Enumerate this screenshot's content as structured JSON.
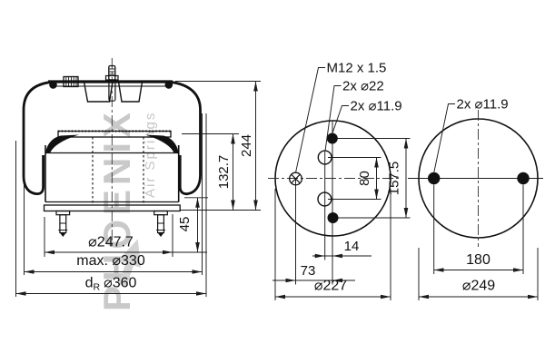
{
  "page": {
    "background": "#ffffff",
    "ink_color": "#111111",
    "dimension_color": "#1b1b1b",
    "watermark_color": "#c9c9c9"
  },
  "watermark": {
    "brand": "PHOENIX",
    "tagline": "Air Springs"
  },
  "side_view": {
    "description": "air spring side elevation",
    "dims": {
      "total_height": "244",
      "piston_height": "132.7",
      "stud_length": "45",
      "plate_diameter": "⌀247.7",
      "max_diameter": "max. ⌀330",
      "dr_prefix": "d",
      "dr_sub": "R",
      "dr_value": "⌀360"
    }
  },
  "bottom_view": {
    "description": "bottom plate view",
    "labels": {
      "air_fitting": "M12 x 1.5",
      "holes_22": "2x ⌀22",
      "holes_119": "2x ⌀11.9"
    },
    "dims": {
      "hole_pitch_inner": "80",
      "hole_pitch_outer": "157.5",
      "column_offset": "14",
      "fitting_offset": "73",
      "diameter": "⌀227"
    }
  },
  "top_view": {
    "description": "top plate view",
    "labels": {
      "holes_119": "2x ⌀11.9"
    },
    "dims": {
      "hole_pitch": "180",
      "diameter": "⌀249"
    }
  }
}
